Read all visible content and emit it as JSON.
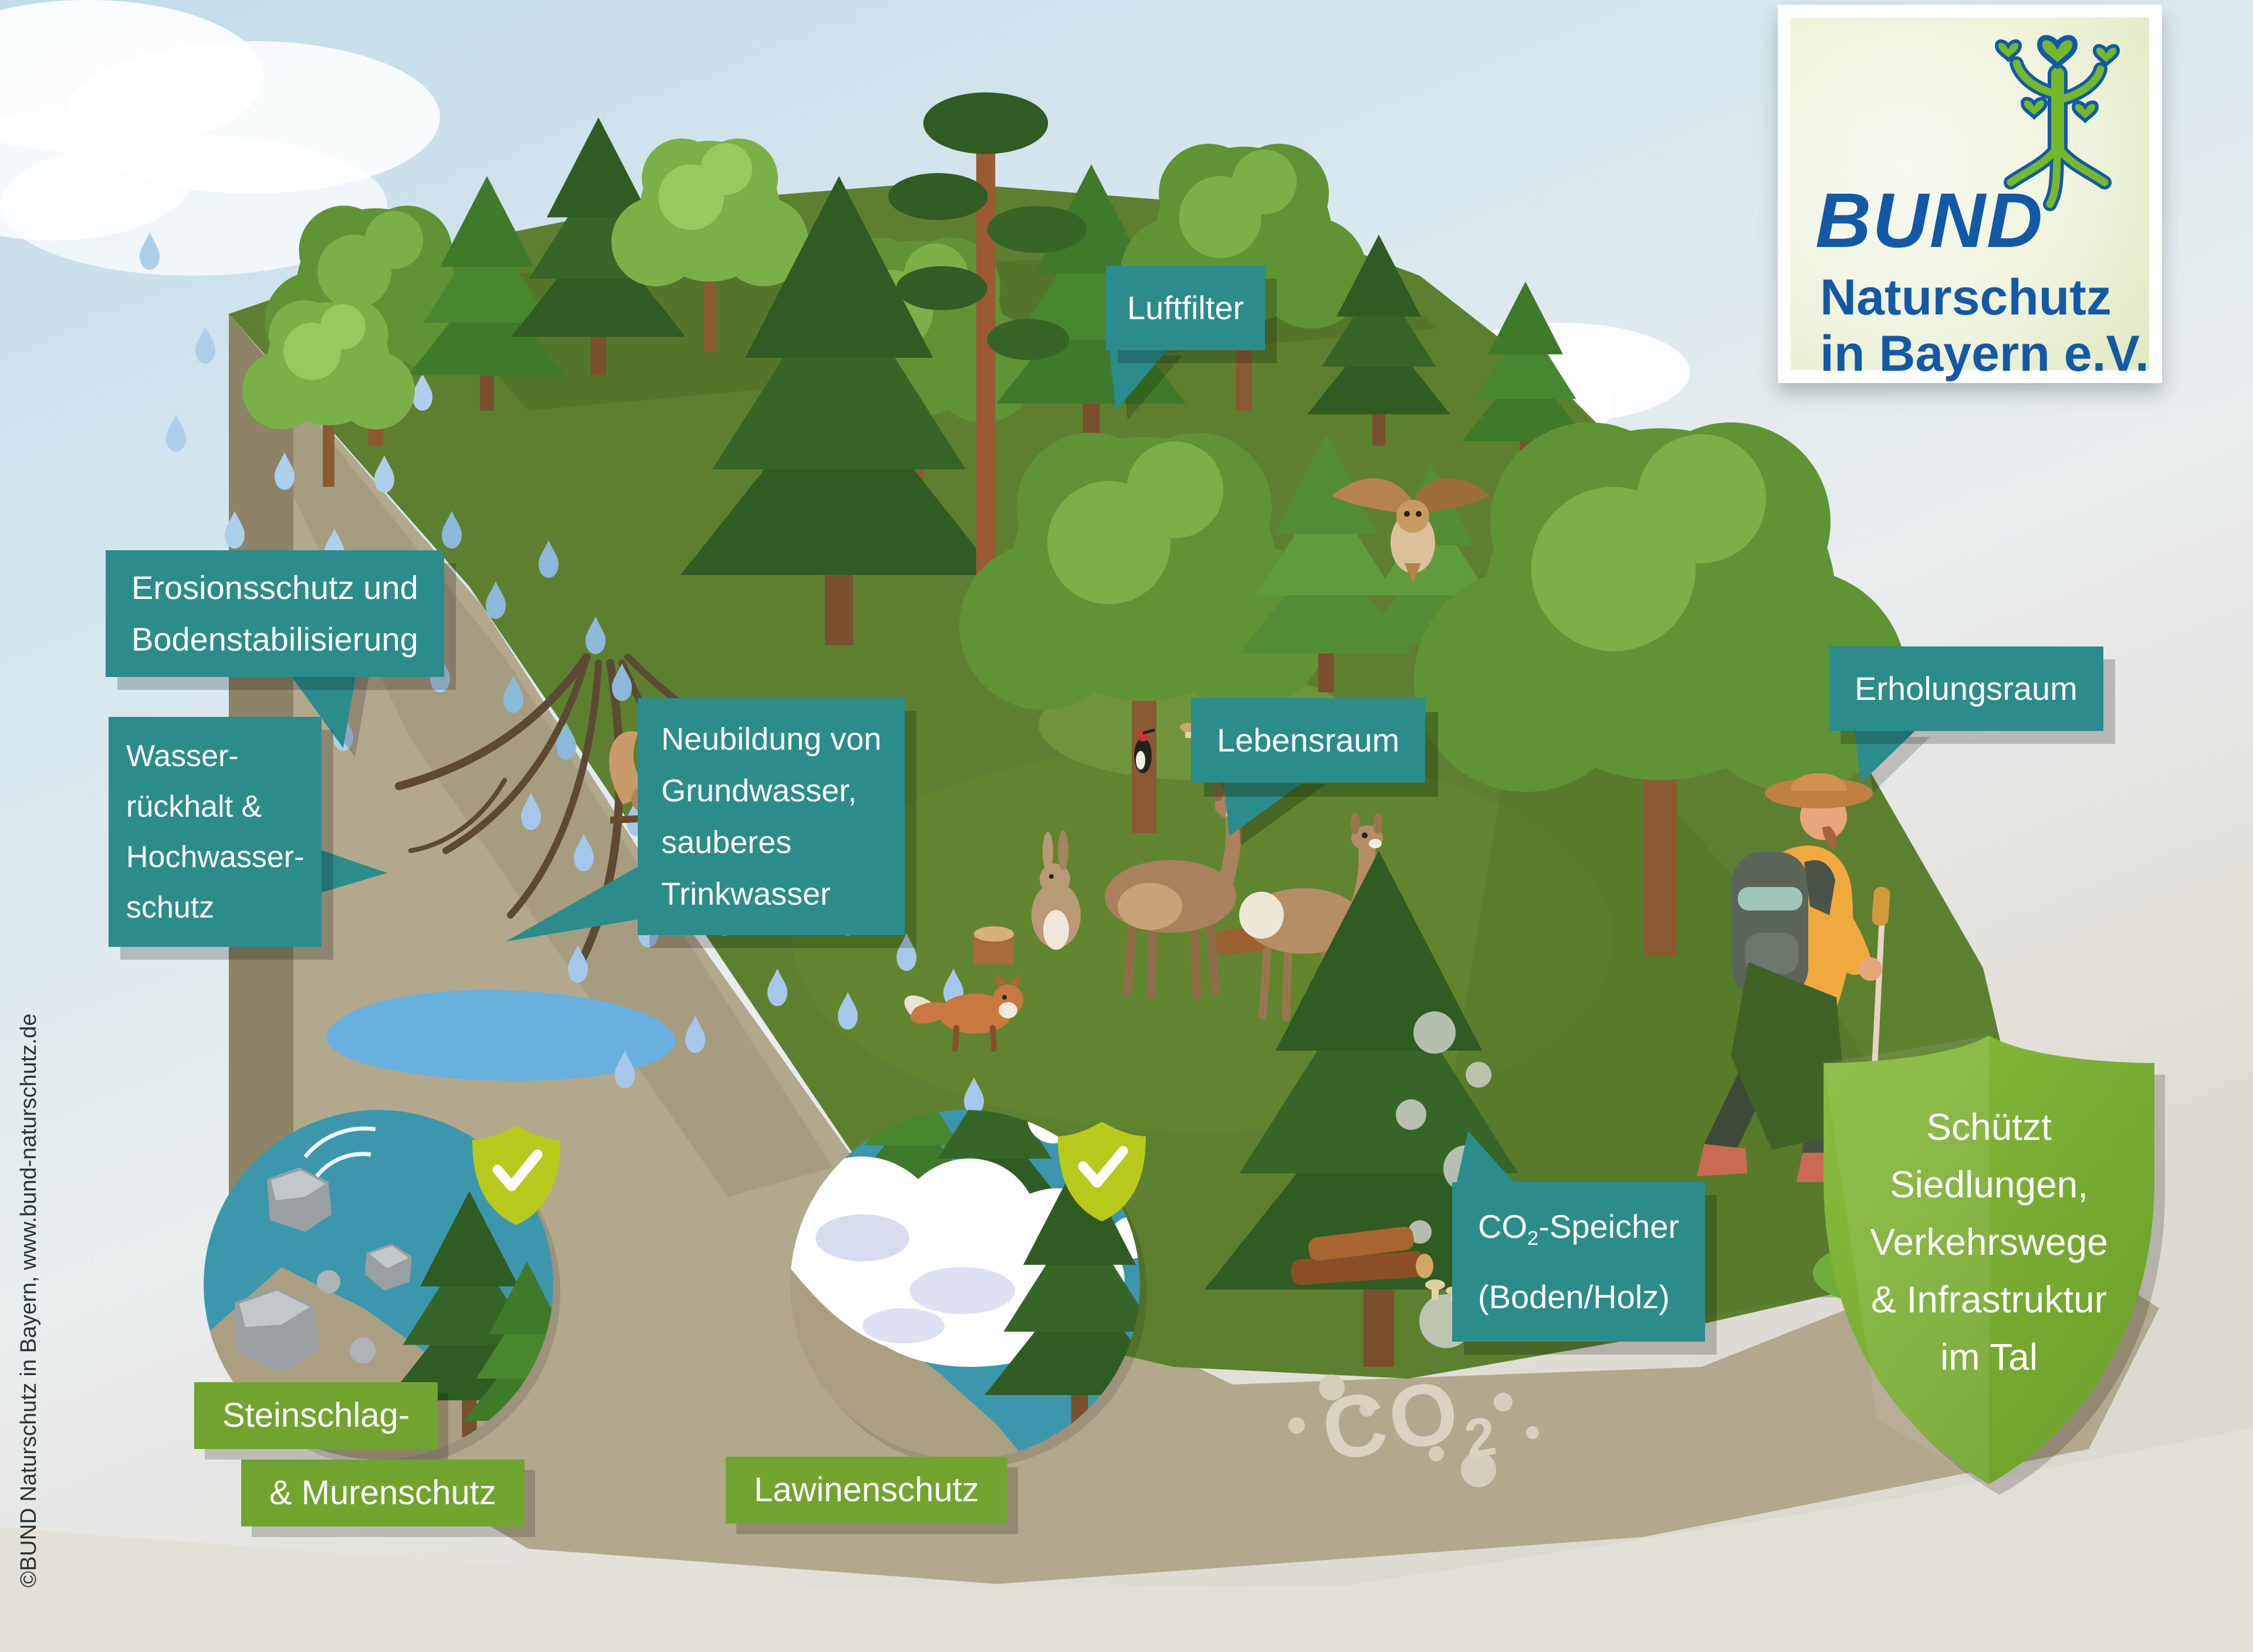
{
  "logo": {
    "brand": "BUND",
    "org_line1": "Naturschutz",
    "org_line2": "in Bayern e.V.",
    "tree_icon": "tree-with-heart-leaves-and-roots"
  },
  "callouts": {
    "luftfilter": {
      "text": "Luftfilter"
    },
    "erosionsschutz": {
      "lines": [
        "Erosionsschutz und",
        "Bodenstabilisierung"
      ]
    },
    "wasserrueckhalt": {
      "lines": [
        "Wasser-",
        "rückhalt &",
        "Hochwasser-",
        "schutz"
      ]
    },
    "neubildung": {
      "lines": [
        "Neubildung von",
        "Grundwasser,",
        "sauberes",
        "Trinkwasser"
      ]
    },
    "lebensraum": {
      "text": "Lebensraum"
    },
    "erholungsraum": {
      "text": "Erholungsraum"
    },
    "co2_speicher": {
      "prefix": "CO",
      "subscript": "2",
      "suffix": "-Speicher",
      "line2": "(Boden/Holz)"
    }
  },
  "badges": {
    "steinschlag_line1": "Steinschlag-",
    "steinschlag_line2": "& Murenschutz",
    "lawinenschutz": "Lawinenschutz",
    "check_icon": "shield-checkmark"
  },
  "shield": {
    "lines": [
      "Schützt",
      "Siedlungen,",
      "Verkehrswege",
      "& Infrastruktur",
      "im Tal"
    ]
  },
  "soil": {
    "co2_prefix": "CO",
    "co2_subscript": "2"
  },
  "credit": "©BUND Naturschutz in Bayern, www.bund-naturschutz.de",
  "colors": {
    "teal_callout": "#2b8c8b",
    "label_green": "#70a42f",
    "shield_green": "#79ae31",
    "badge_lime": "#b7ca1b",
    "logo_blue": "#1459a6",
    "logo_green": "#76b82a",
    "pond_blue": "#69b1df",
    "inset_teal": "#3d97ac"
  }
}
